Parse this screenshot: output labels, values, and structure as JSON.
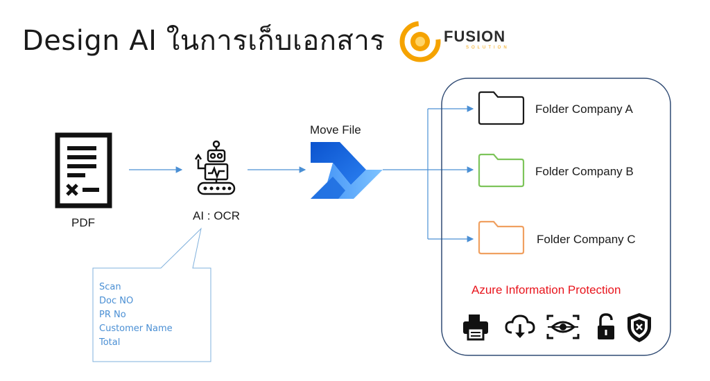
{
  "title": "Design AI ในการเก็บเอกสาร",
  "logo": {
    "name": "FUSION",
    "tagline": "SOLUTION",
    "brand_color": "#f5a300"
  },
  "nodes": {
    "pdf": {
      "label": "PDF",
      "icon": "document-icon"
    },
    "ai": {
      "label": "AI : OCR",
      "icon": "robot-icon"
    },
    "flow": {
      "label": "Move File",
      "icon": "power-automate-icon"
    }
  },
  "callout": {
    "items": [
      "Scan",
      "Doc NO",
      "PR No",
      "Customer Name",
      "Total"
    ],
    "text_color": "#4a8fd4"
  },
  "folders": [
    {
      "label": "Folder Company A",
      "color": "#1a1a1a"
    },
    {
      "label": "Folder Company B",
      "color": "#7dc45a"
    },
    {
      "label": "Folder Company C",
      "color": "#f0a060"
    }
  ],
  "protection": {
    "title": "Azure Information Protection",
    "title_color": "#e8141c",
    "icons": [
      "printer-icon",
      "cloud-download-icon",
      "eye-scan-icon",
      "unlock-icon",
      "shield-x-icon"
    ]
  },
  "colors": {
    "arrow": "#4a8fd4",
    "container_border": "#2f4a73"
  }
}
